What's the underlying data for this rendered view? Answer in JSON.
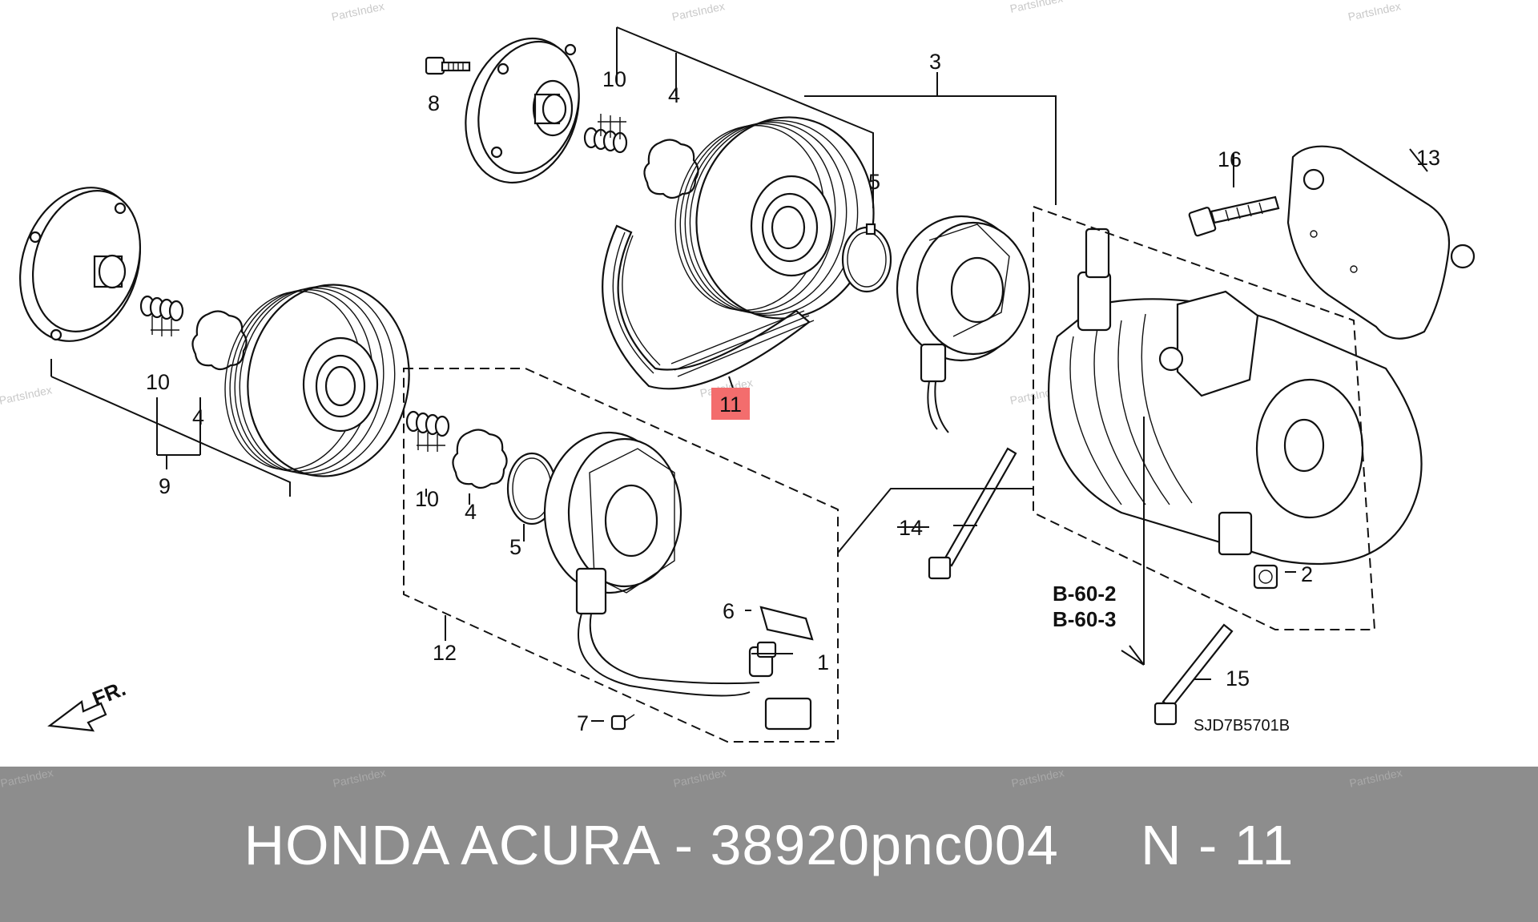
{
  "diagram": {
    "callouts": {
      "c1": "1",
      "c2": "2",
      "c3": "3",
      "c4a": "4",
      "c4b": "4",
      "c4c": "4",
      "c5a": "5",
      "c5b": "5",
      "c6": "6",
      "c7": "7",
      "c8": "8",
      "c9": "9",
      "c10a": "10",
      "c10b": "10",
      "c10c": "10",
      "c11": "11",
      "c12": "12",
      "c13": "13",
      "c14": "14",
      "c15": "15",
      "c16": "16"
    },
    "highlight_color": "#f36d6d",
    "references": [
      "B-60-2",
      "B-60-3"
    ],
    "figure_code": "SJD7B5701B",
    "direction_label": "FR.",
    "watermark": "PartsIndex"
  },
  "footer": {
    "label": "HONDA ACURA - 38920pnc004     N - 11",
    "background": "#8d8d8d"
  }
}
